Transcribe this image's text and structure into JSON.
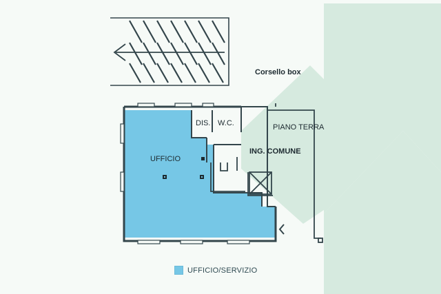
{
  "labels": {
    "corsello_box": "Corsello box",
    "piano_terra": "PIANO TERRA",
    "ufficio": "UFFICIO",
    "dis": "DIS.",
    "wc": "W.C.",
    "ing_comune": "ING. COMUNE"
  },
  "legend": {
    "items": [
      {
        "label": "UFFICIO/SERVIZIO",
        "color": "#76c7e6"
      }
    ]
  },
  "colors": {
    "room_fill": "#76c7e6",
    "wall": "#33454b",
    "watermark": "#d6eadf",
    "background": "#f6faf7"
  }
}
